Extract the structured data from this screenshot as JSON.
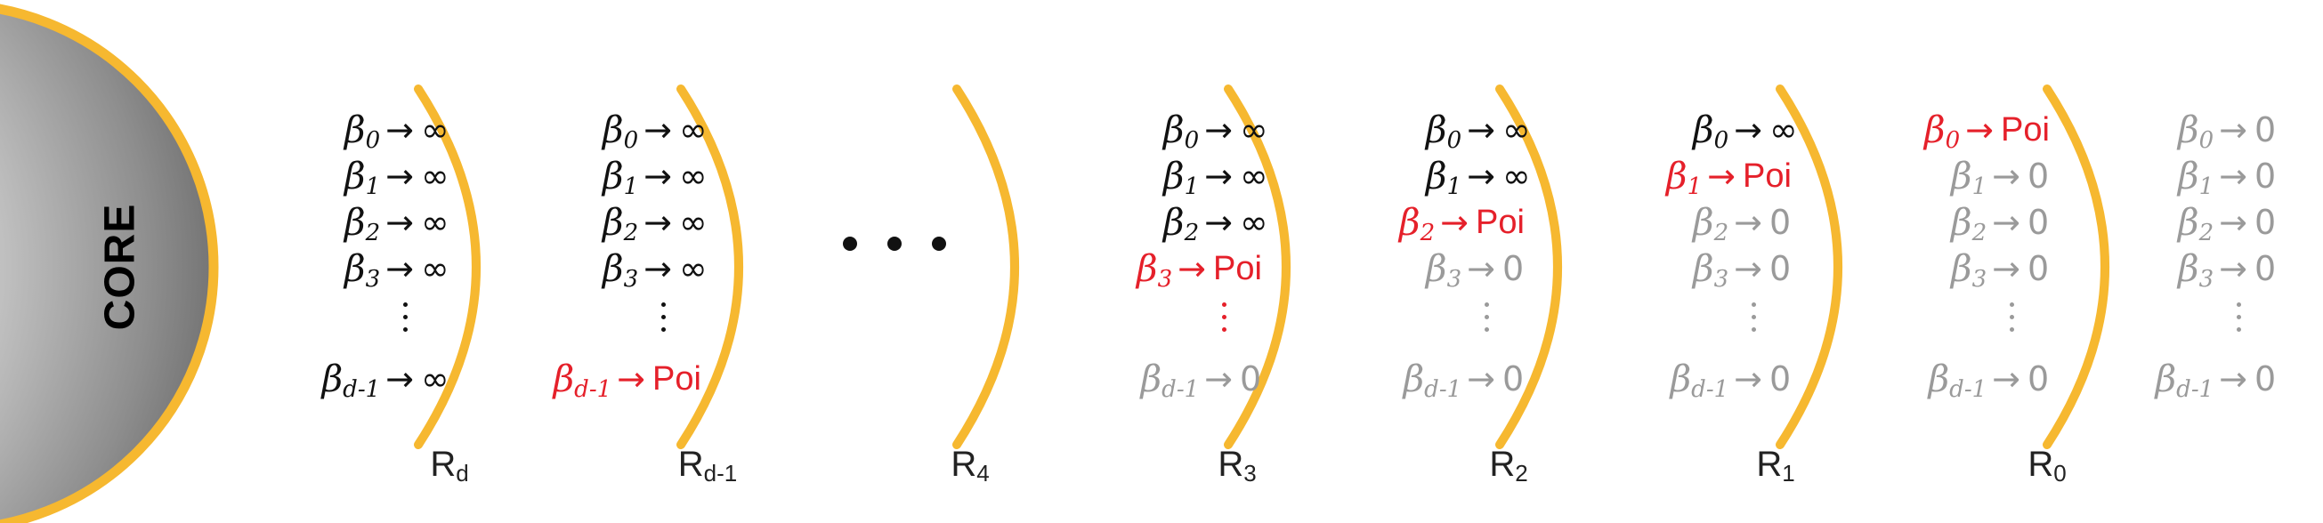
{
  "core": {
    "label": "CORE"
  },
  "colors": {
    "shell": "#f6b830",
    "poi": "#e5202a",
    "infinite": "#111111",
    "zero": "#9a9a9a"
  },
  "symbols": {
    "beta": "β",
    "arrow": "→"
  },
  "ellipsis": "• • •",
  "regions": [
    {
      "label": "R",
      "label_sub": "d",
      "rows": [
        {
          "sub": "0",
          "limit": "∞",
          "state": "infinite"
        },
        {
          "sub": "1",
          "limit": "∞",
          "state": "infinite"
        },
        {
          "sub": "2",
          "limit": "∞",
          "state": "infinite"
        },
        {
          "sub": "3",
          "limit": "∞",
          "state": "infinite"
        },
        {
          "sub": "d-1",
          "limit": "∞",
          "state": "infinite"
        }
      ]
    },
    {
      "label": "R",
      "label_sub": "d-1",
      "rows": [
        {
          "sub": "0",
          "limit": "∞",
          "state": "infinite"
        },
        {
          "sub": "1",
          "limit": "∞",
          "state": "infinite"
        },
        {
          "sub": "2",
          "limit": "∞",
          "state": "infinite"
        },
        {
          "sub": "3",
          "limit": "∞",
          "state": "infinite"
        },
        {
          "sub": "d-1",
          "limit": "Poi",
          "state": "poi"
        }
      ]
    },
    {
      "label": "R",
      "label_sub": "3",
      "rows": [
        {
          "sub": "0",
          "limit": "∞",
          "state": "infinite"
        },
        {
          "sub": "1",
          "limit": "∞",
          "state": "infinite"
        },
        {
          "sub": "2",
          "limit": "∞",
          "state": "infinite"
        },
        {
          "sub": "3",
          "limit": "Poi",
          "state": "poi"
        },
        {
          "sub": "d-1",
          "limit": "0",
          "state": "zero"
        }
      ]
    },
    {
      "label": "R",
      "label_sub": "2",
      "rows": [
        {
          "sub": "0",
          "limit": "∞",
          "state": "infinite"
        },
        {
          "sub": "1",
          "limit": "∞",
          "state": "infinite"
        },
        {
          "sub": "2",
          "limit": "Poi",
          "state": "poi"
        },
        {
          "sub": "3",
          "limit": "0",
          "state": "zero"
        },
        {
          "sub": "d-1",
          "limit": "0",
          "state": "zero"
        }
      ]
    },
    {
      "label": "R",
      "label_sub": "1",
      "rows": [
        {
          "sub": "0",
          "limit": "∞",
          "state": "infinite"
        },
        {
          "sub": "1",
          "limit": "Poi",
          "state": "poi"
        },
        {
          "sub": "2",
          "limit": "0",
          "state": "zero"
        },
        {
          "sub": "3",
          "limit": "0",
          "state": "zero"
        },
        {
          "sub": "d-1",
          "limit": "0",
          "state": "zero"
        }
      ]
    },
    {
      "label": "R",
      "label_sub": "0",
      "rows": [
        {
          "sub": "0",
          "limit": "Poi",
          "state": "poi"
        },
        {
          "sub": "1",
          "limit": "0",
          "state": "zero"
        },
        {
          "sub": "2",
          "limit": "0",
          "state": "zero"
        },
        {
          "sub": "3",
          "limit": "0",
          "state": "zero"
        },
        {
          "sub": "d-1",
          "limit": "0",
          "state": "zero"
        }
      ]
    },
    {
      "label": "",
      "label_sub": "",
      "rows": [
        {
          "sub": "0",
          "limit": "0",
          "state": "zero"
        },
        {
          "sub": "1",
          "limit": "0",
          "state": "zero"
        },
        {
          "sub": "2",
          "limit": "0",
          "state": "zero"
        },
        {
          "sub": "3",
          "limit": "0",
          "state": "zero"
        },
        {
          "sub": "d-1",
          "limit": "0",
          "state": "zero"
        }
      ]
    }
  ],
  "gap_label": {
    "label": "R",
    "label_sub": "4"
  }
}
